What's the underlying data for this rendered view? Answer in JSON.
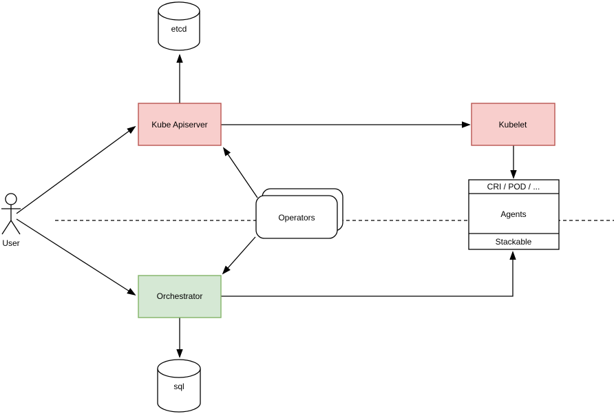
{
  "colors": {
    "background": "#ffffff",
    "pink_fill": "#f8cecc",
    "pink_stroke": "#b85450",
    "green_fill": "#d5e8d4",
    "green_stroke": "#82b366",
    "white_fill": "#ffffff",
    "black_stroke": "#000000",
    "connector": "#000000",
    "text": "#000000"
  },
  "nodes": {
    "user": {
      "label": "User",
      "shape": "actor"
    },
    "etcd": {
      "label": "etcd",
      "shape": "database-cylinder"
    },
    "kube_apiserver": {
      "label": "Kube Apiserver",
      "shape": "rect"
    },
    "kubelet": {
      "label": "Kubelet",
      "shape": "rect"
    },
    "operators": {
      "label": "Operators",
      "shape": "stacked-rounded-rect"
    },
    "agents_stack": {
      "header": "CRI / POD / ...",
      "body": "Agents",
      "footer": "Stackable",
      "shape": "partitioned-rect"
    },
    "orchestrator": {
      "label": "Orchestrator",
      "shape": "rect"
    },
    "sql": {
      "label": "sql",
      "shape": "database-cylinder"
    }
  },
  "edges": [
    {
      "from": "User",
      "to": "Kube Apiserver",
      "type": "solid-arrow"
    },
    {
      "from": "User",
      "to": "Orchestrator",
      "type": "solid-arrow"
    },
    {
      "from": "Kube Apiserver",
      "to": "etcd",
      "type": "solid-arrow"
    },
    {
      "from": "Kube Apiserver",
      "to": "Kubelet",
      "type": "solid-arrow"
    },
    {
      "from": "Kubelet",
      "to": "CRI / POD / ...",
      "type": "solid-arrow"
    },
    {
      "from": "Operators",
      "to": "Kube Apiserver",
      "type": "solid-arrow"
    },
    {
      "from": "Operators",
      "to": "Orchestrator",
      "type": "solid-arrow"
    },
    {
      "from": "Orchestrator",
      "to": "Stackable",
      "type": "solid-arrow-elbow"
    },
    {
      "from": "Orchestrator",
      "to": "sql",
      "type": "solid-arrow"
    }
  ],
  "separator": {
    "style": "dashed-horizontal-line"
  }
}
